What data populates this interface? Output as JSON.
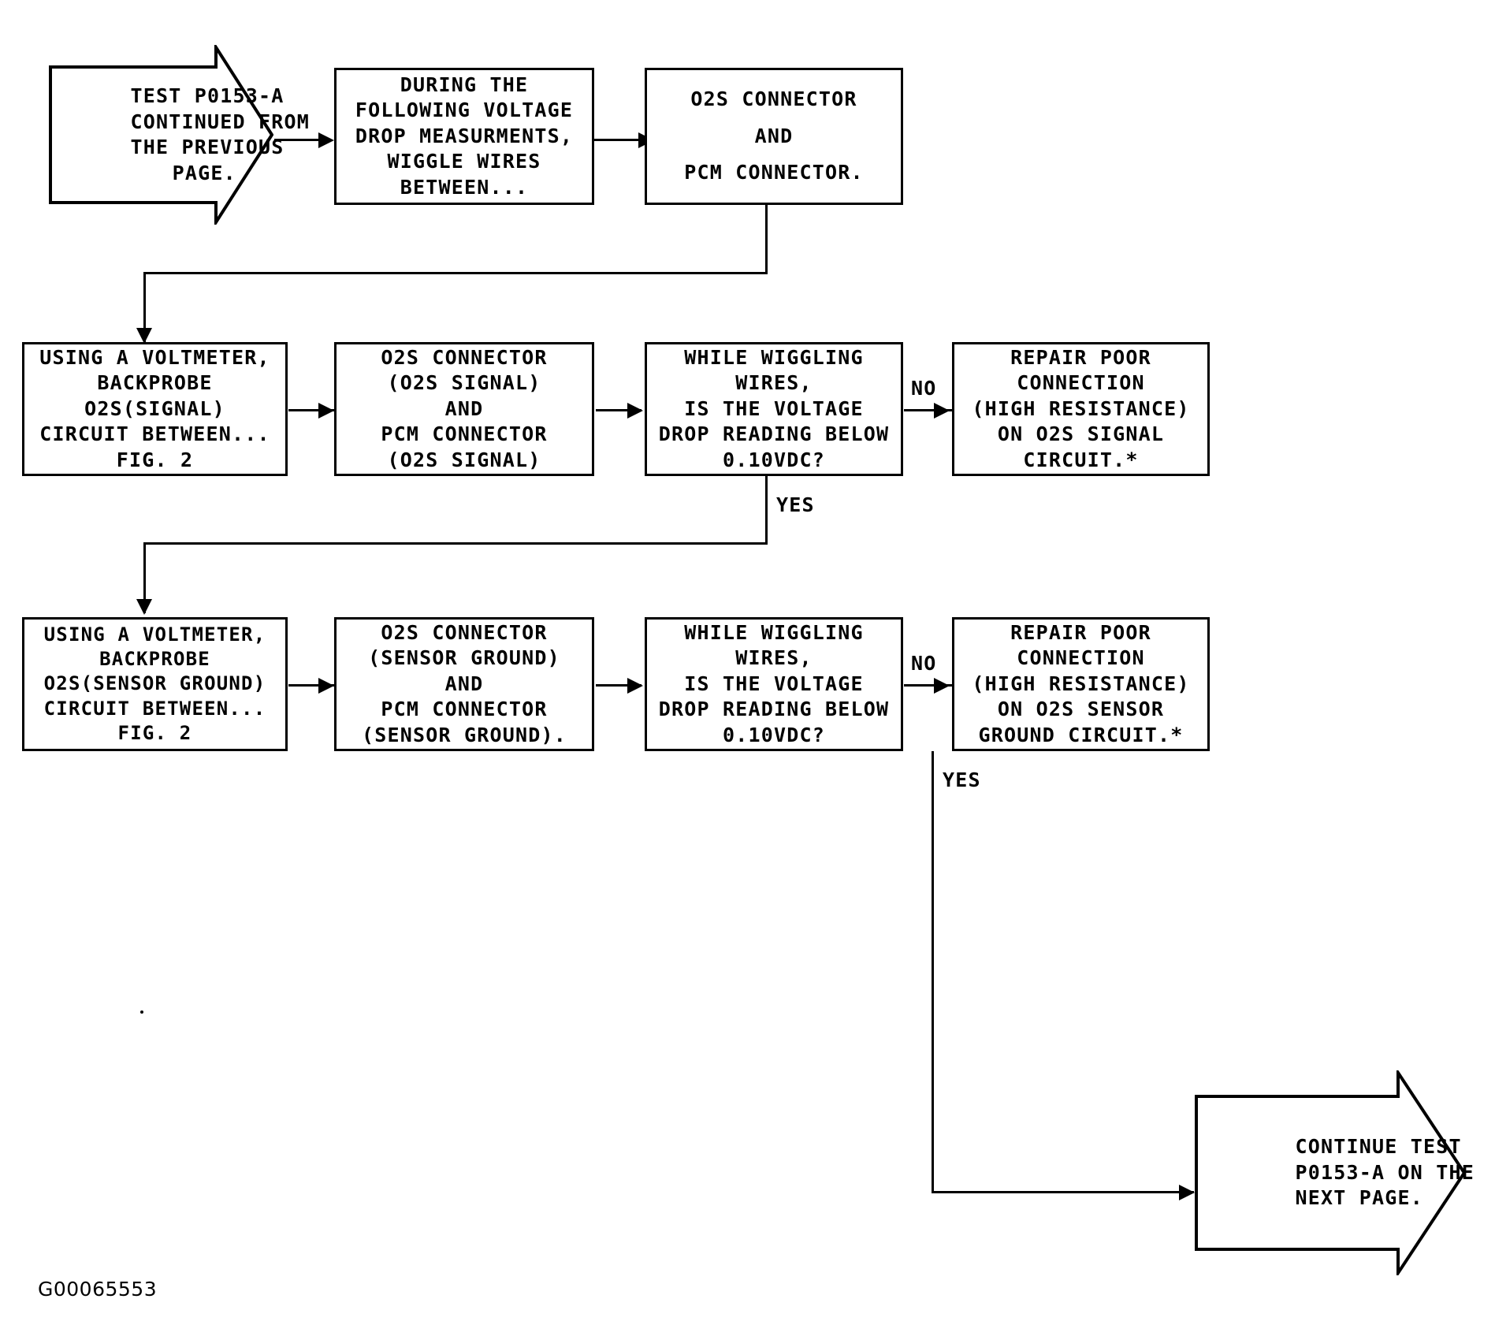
{
  "diagram": {
    "title_text": "TEST P0153-A Voltage Drop Diagnostic Flowchart",
    "document_id": "G00065553",
    "nodes": {
      "start_callout": {
        "shape": "arrow-right-callout",
        "lines": [
          "TEST P0153-A",
          "CONTINUED FROM",
          "THE PREVIOUS",
          "PAGE."
        ]
      },
      "during_measurements": {
        "shape": "rectangle",
        "lines": [
          "DURING THE",
          "FOLLOWING VOLTAGE",
          "DROP MEASURMENTS,",
          "WIGGLE WIRES",
          "BETWEEN..."
        ]
      },
      "connectors_top": {
        "shape": "rectangle",
        "lines": [
          "O2S CONNECTOR",
          "AND",
          "PCM CONNECTOR."
        ]
      },
      "backprobe_signal": {
        "shape": "rectangle",
        "lines": [
          "USING A VOLTMETER,",
          "BACKPROBE",
          "O2S(SIGNAL)",
          "CIRCUIT BETWEEN...",
          "FIG. 2"
        ]
      },
      "connectors_signal": {
        "shape": "rectangle",
        "lines": [
          "O2S CONNECTOR",
          "(O2S SIGNAL)",
          "AND",
          "PCM CONNECTOR",
          "(O2S SIGNAL)"
        ]
      },
      "decision_signal": {
        "shape": "rectangle",
        "lines": [
          "WHILE WIGGLING",
          "WIRES,",
          "IS THE VOLTAGE",
          "DROP READING BELOW",
          "0.10VDC?"
        ]
      },
      "repair_signal": {
        "shape": "rectangle",
        "lines": [
          "REPAIR POOR",
          "CONNECTION",
          "(HIGH RESISTANCE)",
          "ON O2S SIGNAL",
          "CIRCUIT.*"
        ]
      },
      "backprobe_ground": {
        "shape": "rectangle",
        "lines": [
          "USING A VOLTMETER,",
          "BACKPROBE",
          "O2S(SENSOR GROUND)",
          "CIRCUIT BETWEEN...",
          "FIG. 2"
        ]
      },
      "connectors_ground": {
        "shape": "rectangle",
        "lines": [
          "O2S CONNECTOR",
          "(SENSOR GROUND)",
          "AND",
          "PCM CONNECTOR",
          "(SENSOR GROUND)."
        ]
      },
      "decision_ground": {
        "shape": "rectangle",
        "lines": [
          "WHILE WIGGLING",
          "WIRES,",
          "IS THE VOLTAGE",
          "DROP READING BELOW",
          "0.10VDC?"
        ]
      },
      "repair_ground": {
        "shape": "rectangle",
        "lines": [
          "REPAIR POOR",
          "CONNECTION",
          "(HIGH RESISTANCE)",
          "ON O2S SENSOR",
          "GROUND CIRCUIT.*"
        ]
      },
      "continue_callout": {
        "shape": "arrow-right-callout",
        "lines": [
          "CONTINUE TEST",
          "P0153-A ON THE",
          "NEXT PAGE."
        ]
      }
    },
    "edge_labels": {
      "no_signal": "NO",
      "yes_signal": "YES",
      "no_ground": "NO",
      "yes_ground": "YES"
    },
    "colors": {
      "stroke": "#000000",
      "background": "#ffffff",
      "text": "#000000"
    }
  }
}
